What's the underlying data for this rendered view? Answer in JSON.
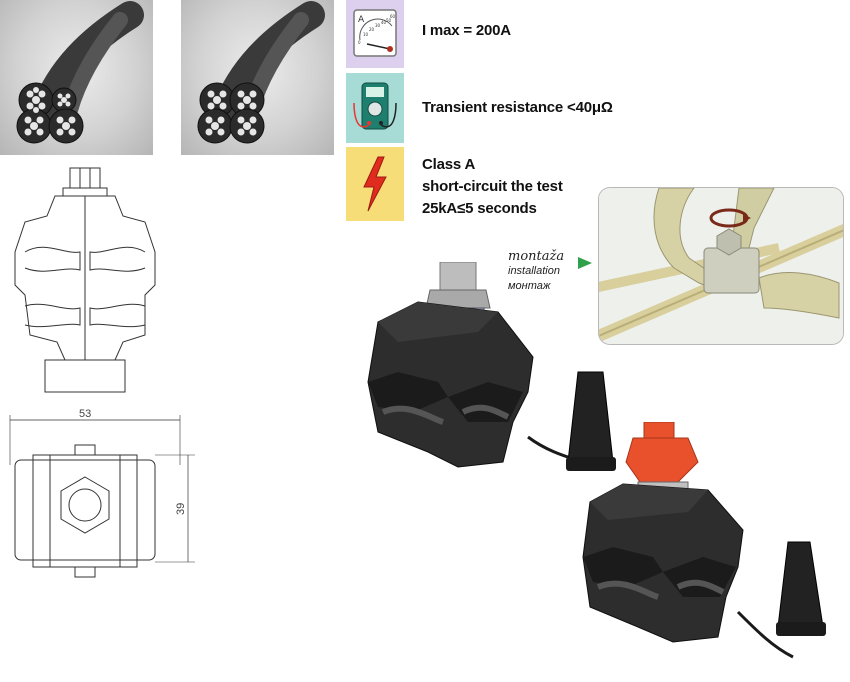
{
  "specs": [
    {
      "icon": "ammeter-icon",
      "text": "I max = 200A"
    },
    {
      "icon": "multimeter-icon",
      "text": "Transient resistance <40μΩ"
    },
    {
      "icon": "high-voltage-icon",
      "lines": [
        "Class A",
        "short-circuit the test",
        "25kA≤5 seconds"
      ]
    }
  ],
  "dimensions": {
    "width": "53",
    "height": "39"
  },
  "installation": {
    "labels": [
      "montaža",
      "installation",
      "монтаж"
    ]
  },
  "ammeter": {
    "scale": [
      "A",
      "0",
      "10",
      "20",
      "30",
      "40",
      "50",
      "60"
    ]
  },
  "colors": {
    "spec_bg": "#ddd0ee",
    "meter_bg": "#a7dbd5",
    "voltage_bg": "#f6dd77",
    "arrow": "#2fa14a",
    "bolt_cap": "#e8512c"
  }
}
